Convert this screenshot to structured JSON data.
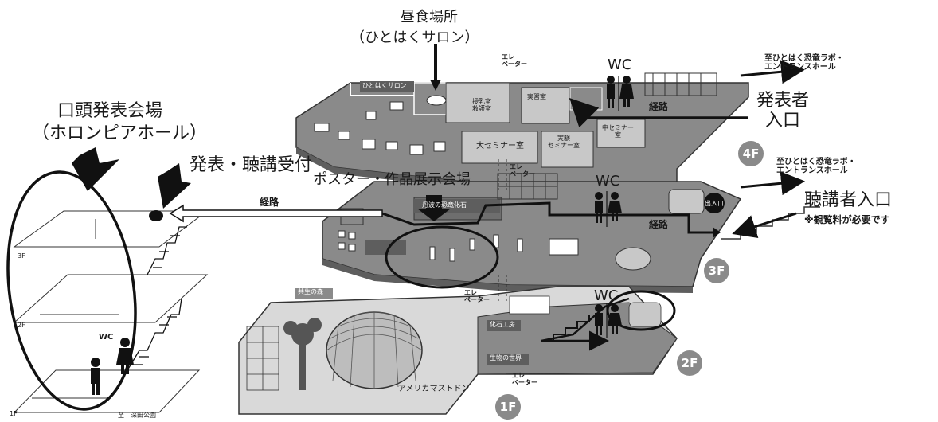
{
  "labels": {
    "lunch_title": "昼食場所",
    "lunch_sub": "（ひとはくサロン）",
    "oral_title": "口頭発表会場",
    "oral_sub": "（ホロンピアホール）",
    "reception": "発表・聴講受付",
    "poster_venue": "ポスター・作品展示会場",
    "presenter_entrance": "発表者\n入口",
    "audience_entrance": "聴講者入口",
    "fee_note": "※観覧料が必要です",
    "to_lab_4f": "至ひとはく恐竜ラボ・\nエントランスホール",
    "to_lab_3f": "至ひとはく恐竜ラボ・\nエントランスホール",
    "route_top": "経路",
    "route_mid": "経路",
    "route_left": "経路",
    "wc_4f": "WC",
    "wc_3f": "WC",
    "wc_2f": "WC",
    "wc_left": "WC",
    "elevator_4f": "エレ\nベーター",
    "elevator_3f": "エレ\nベーター",
    "elevator_2f": "エレ\nベーター",
    "elevator_1f": "エレ\nベーター",
    "salon_sign": "ひとはくサロン",
    "nursing_room": "授乳室\n救護室",
    "practice_room": "実習室",
    "large_seminar": "大セミナー室",
    "lab_seminar": "実験\nセミナー室",
    "mid_seminar": "中セミナー\n室",
    "dinosaur_fossil": "丹波の恐竜化石",
    "forest_sign": "共生の森",
    "fossil_workshop": "化石工房",
    "living_world": "生物の世界",
    "mastodon": "アメリカマストドン",
    "entry_badge": "出入口",
    "park_note": "至　深田公園",
    "floor_3f_left": "3F",
    "floor_2f_left": "2F",
    "floor_1f_left": "1F"
  },
  "floors": {
    "f4": "4F",
    "f3": "3F",
    "f2": "2F",
    "f1": "1F"
  },
  "colors": {
    "floor_gray": "#8a8a8a",
    "floor_dark": "#5e5e5e",
    "route_arrow": "#111111"
  }
}
